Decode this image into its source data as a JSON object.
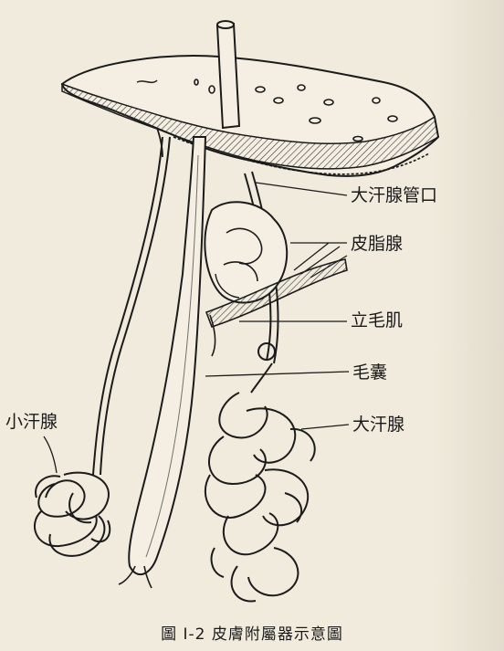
{
  "labels": {
    "apocrine_duct_opening": "大汗腺管口",
    "sebaceous_gland": "皮脂腺",
    "arrector_pili": "立毛肌",
    "hair_follicle": "毛囊",
    "apocrine_gland": "大汗腺",
    "eccrine_gland": "小汗腺"
  },
  "caption": "圖 I-2 皮膚附屬器示意圖"
}
